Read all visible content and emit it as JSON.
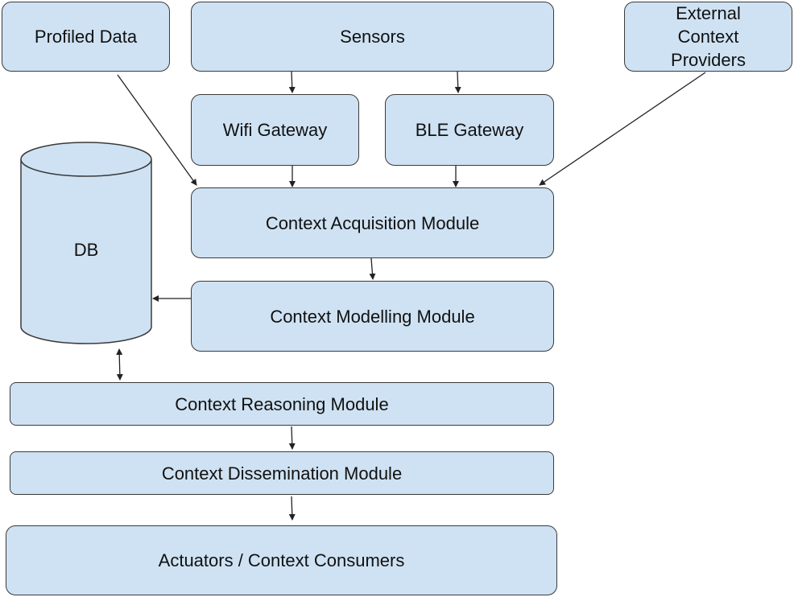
{
  "diagram": {
    "nodes": {
      "profiled_data": "Profiled Data",
      "sensors": "Sensors",
      "external_providers": "External\nContext\nProviders",
      "wifi_gateway": "Wifi Gateway",
      "ble_gateway": "BLE Gateway",
      "acquisition": "Context Acquisition Module",
      "modelling": "Context Modelling Module",
      "db": "DB",
      "reasoning": "Context Reasoning Module",
      "dissemination": "Context Dissemination Module",
      "actuators": "Actuators / Context Consumers"
    },
    "colors": {
      "box_fill": "#cfe2f3",
      "box_border": "#3a3a3a",
      "arrow": "#222222"
    }
  }
}
